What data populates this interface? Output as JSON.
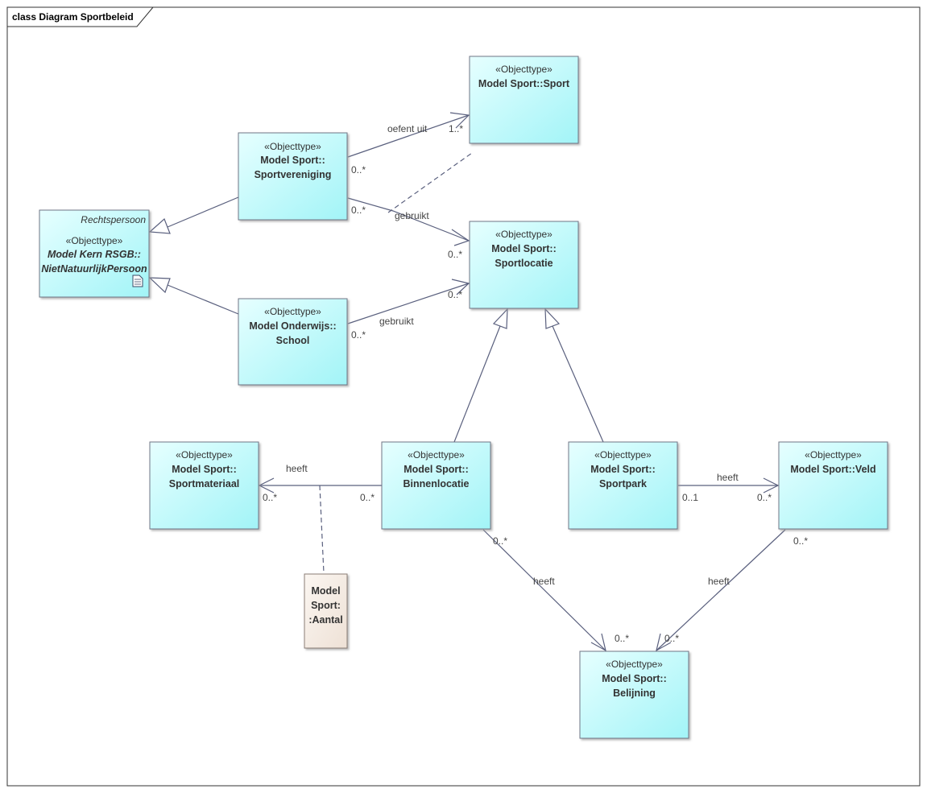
{
  "frame": {
    "title": "class Diagram Sportbeleid"
  },
  "classes": {
    "sport": {
      "stereotype": "«Objecttype»",
      "name_lines": [
        "Model Sport::Sport"
      ]
    },
    "sportvereniging": {
      "stereotype": "«Objecttype»",
      "name_lines": [
        "Model Sport::",
        "Sportvereniging"
      ]
    },
    "rechtspersoon": {
      "tag": "Rechtspersoon",
      "stereotype": "«Objecttype»",
      "name_lines": [
        "Model Kern RSGB::",
        "NietNatuurlijkPersoon"
      ]
    },
    "sportlocatie": {
      "stereotype": "«Objecttype»",
      "name_lines": [
        "Model Sport::",
        "Sportlocatie"
      ]
    },
    "school": {
      "stereotype": "«Objecttype»",
      "name_lines": [
        "Model Onderwijs::",
        "School"
      ]
    },
    "sportmateriaal": {
      "stereotype": "«Objecttype»",
      "name_lines": [
        "Model Sport::",
        "Sportmateriaal"
      ]
    },
    "binnenlocatie": {
      "stereotype": "«Objecttype»",
      "name_lines": [
        "Model Sport::",
        "Binnenlocatie"
      ]
    },
    "sportpark": {
      "stereotype": "«Objecttype»",
      "name_lines": [
        "Model Sport::",
        "Sportpark"
      ]
    },
    "veld": {
      "stereotype": "«Objecttype»",
      "name_lines": [
        "Model Sport::Veld"
      ]
    },
    "belijning": {
      "stereotype": "«Objecttype»",
      "name_lines": [
        "Model Sport::",
        "Belijning"
      ]
    },
    "aantal": {
      "name_lines": [
        "Model",
        "Sport:",
        ":Aantal"
      ]
    }
  },
  "labels": {
    "oefent_uit": "oefent uit",
    "oefent_uit_src_mult": "0..*",
    "oefent_uit_tgt_mult": "1..*",
    "sv_gebruikt": "gebruikt",
    "sv_gebruikt_src_mult": "0..*",
    "sv_gebruikt_tgt_mult": "0..*",
    "school_gebruikt": "gebruikt",
    "school_gebruikt_src_mult": "0..*",
    "school_gebruikt_tgt_mult": "0..*",
    "bl_heeft": "heeft",
    "bl_heeft_src_mult": "0..*",
    "bl_heeft_tgt_mult": "0..*",
    "sp_heeft": "heeft",
    "sp_heeft_src_mult": "0..1",
    "sp_heeft_tgt_mult": "0..*",
    "bl_belijning_heeft": "heeft",
    "bl_belijning_src_mult": "0..*",
    "bl_belijning_tgt_mult": "0..*",
    "veld_heeft": "heeft",
    "veld_heeft_src_mult": "0..*",
    "veld_heeft_tgt_mult": "0..*"
  },
  "colors": {
    "class_fill_light": "#eaffff",
    "class_fill_dark": "#a8f6f9",
    "class_stroke": "#6f7585",
    "assoc_class_fill": "#f3ebe3",
    "line": "#5a607e"
  }
}
